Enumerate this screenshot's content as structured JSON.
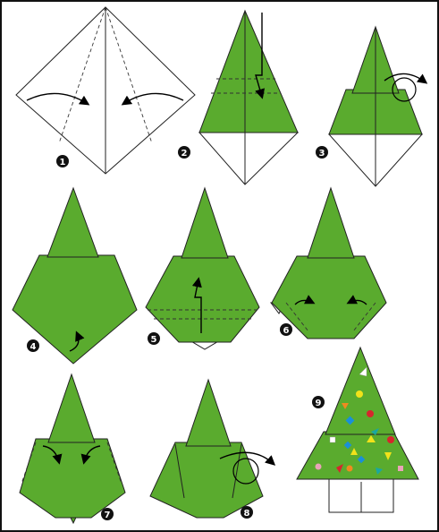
{
  "title": "",
  "steps": [
    {
      "number": "1"
    },
    {
      "number": "2"
    },
    {
      "number": "3"
    },
    {
      "number": "4"
    },
    {
      "number": "5"
    },
    {
      "number": "6"
    },
    {
      "number": "7"
    },
    {
      "number": "8"
    },
    {
      "number": "9"
    }
  ],
  "colors": {
    "paper_green": "#5aab2e",
    "paper_white": "#ffffff",
    "outline": "#222222",
    "badge": "#111111",
    "ornament_yellow": "#f1e21a",
    "ornament_red": "#d6262d",
    "ornament_orange": "#ef8a1f",
    "ornament_blue": "#1a8fd8",
    "ornament_pink": "#e9a3b8",
    "ornament_teal": "#1aa7a0",
    "ornament_white": "#ffffff"
  }
}
